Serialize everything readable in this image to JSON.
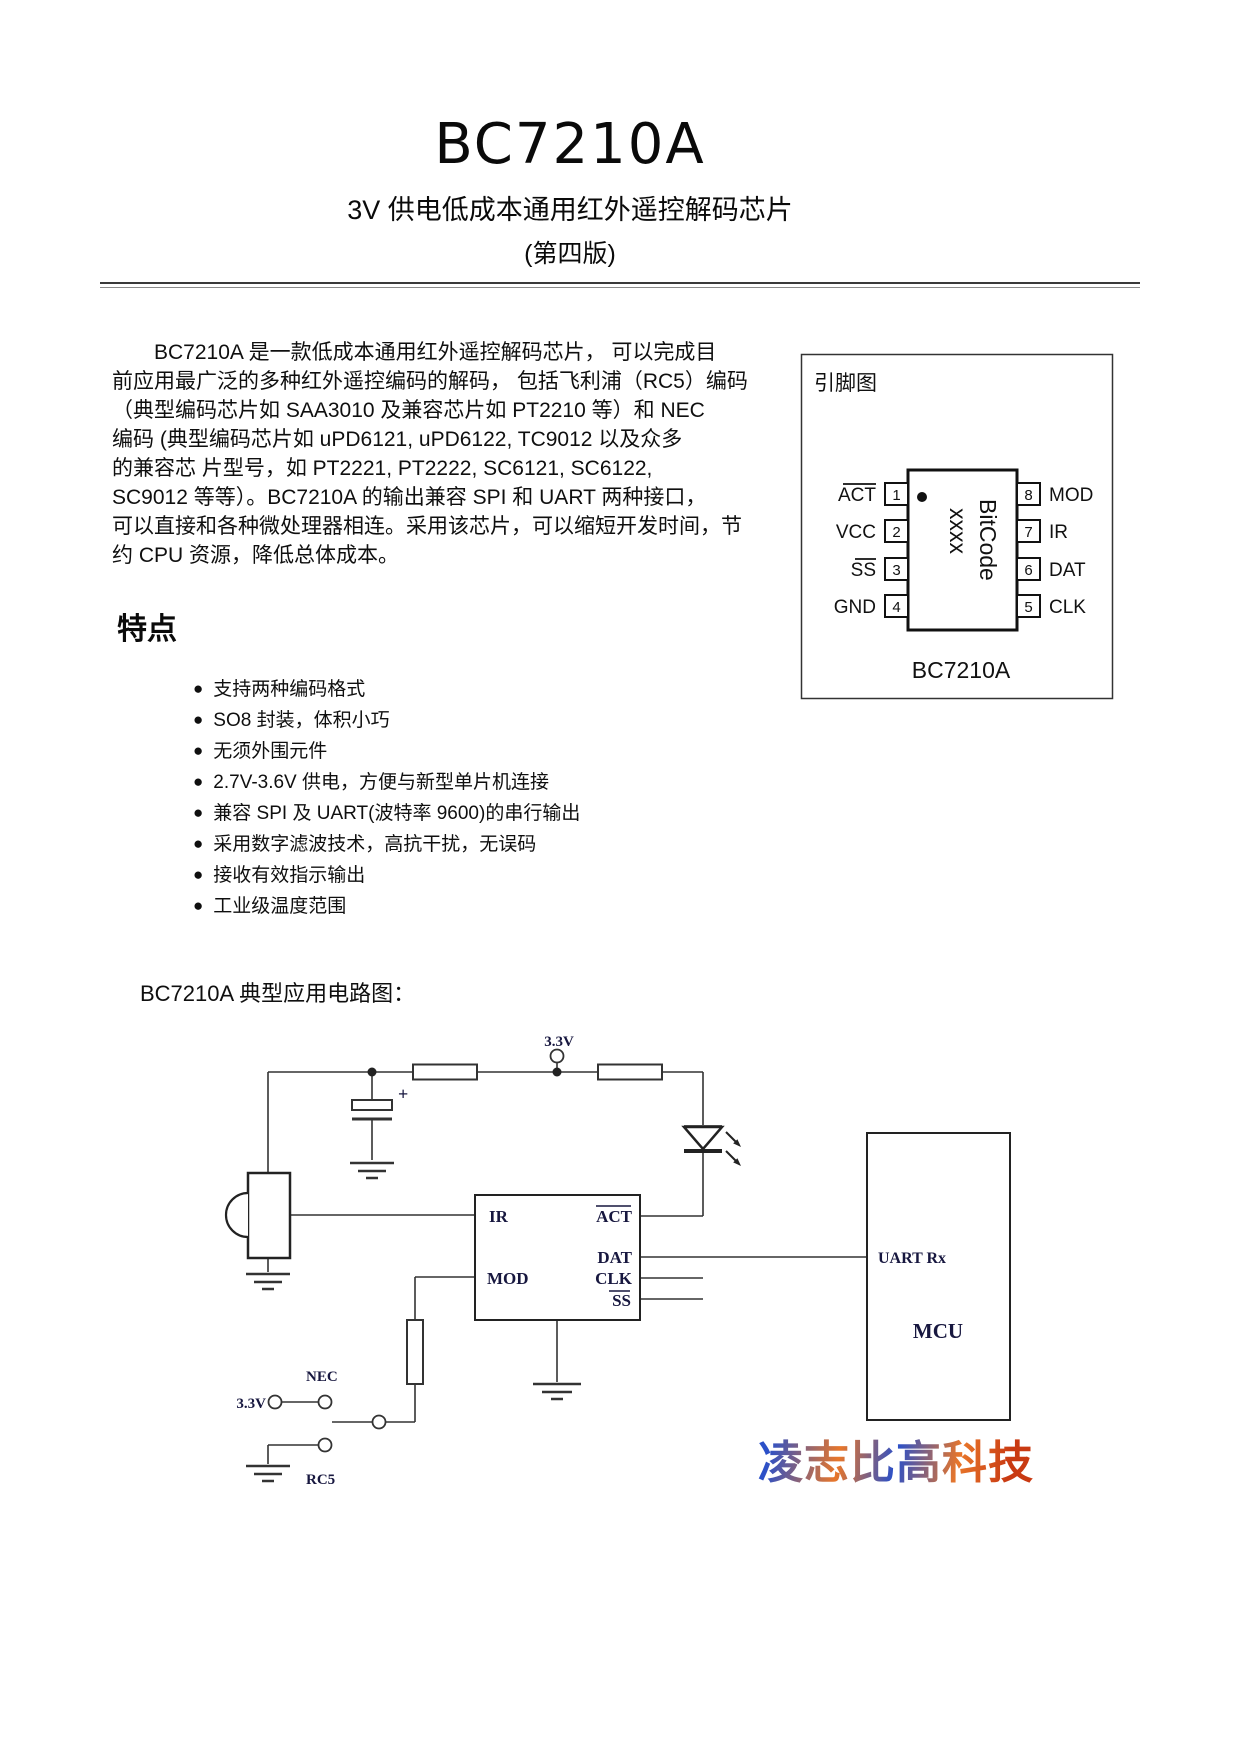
{
  "page": {
    "title": "BC7210A",
    "subtitle": "3V 供电低成本通用红外遥控解码芯片",
    "edition": "(第四版)"
  },
  "intro": {
    "text": "　　BC7210A 是一款低成本通用红外遥控解码芯片， 可以完成目\n前应用最广泛的多种红外遥控编码的解码， 包括飞利浦（RC5）编码\n（典型编码芯片如 SAA3010 及兼容芯片如 PT2210 等）和 NEC\n编码 (典型编码芯片如 uPD6121, uPD6122, TC9012 以及众多\n的兼容芯 片型号，如 PT2221, PT2222, SC6121, SC6122,\nSC9012 等等）。BC7210A 的输出兼容 SPI 和 UART 两种接口，\n可以直接和各种微处理器相连。采用该芯片，可以缩短开发时间，节\n约 CPU 资源，降低总体成本。"
  },
  "pin_diagram": {
    "title": "引脚图",
    "part_label": "BC7210A",
    "marking": {
      "line1": "BitCode",
      "line2": "xxxx"
    },
    "left_pins": [
      {
        "num": "1",
        "label": "ACT",
        "overline": true
      },
      {
        "num": "2",
        "label": "VCC",
        "overline": false
      },
      {
        "num": "3",
        "label": "SS",
        "overline": true
      },
      {
        "num": "4",
        "label": "GND",
        "overline": false
      }
    ],
    "right_pins": [
      {
        "num": "8",
        "label": "MOD"
      },
      {
        "num": "7",
        "label": "IR"
      },
      {
        "num": "6",
        "label": "DAT"
      },
      {
        "num": "5",
        "label": "CLK"
      }
    ]
  },
  "features": {
    "heading": "特点",
    "bullet": "●",
    "items": [
      "支持两种编码格式",
      "SO8 封装，体积小巧",
      "无须外围元件",
      "2.7V-3.6V 供电，方便与新型单片机连接",
      "兼容 SPI 及 UART(波特率 9600)的串行输出",
      "采用数字滤波技术，高抗干扰，无误码",
      "接收有效指示输出",
      "工业级温度范围"
    ]
  },
  "circuit": {
    "caption": "BC7210A 典型应用电路图：",
    "labels": {
      "supply": "3.3V",
      "plus": "+",
      "ir_pin": "IR",
      "mod_pin": "MOD",
      "act_pin": "ACT",
      "dat_pin": "DAT",
      "clk_pin": "CLK",
      "ss_pin": "SS",
      "uart_rx": "UART Rx",
      "mcu": "MCU",
      "nec": "NEC",
      "rc5": "RC5",
      "switch_supply": "3.3V"
    }
  },
  "footer": {
    "logo_text": "凌志比高科技"
  },
  "colors": {
    "ink": "#111111",
    "schematic_label": "#17173f",
    "logo_blue": "#2b50c8",
    "logo_orange": "#e8762a"
  }
}
